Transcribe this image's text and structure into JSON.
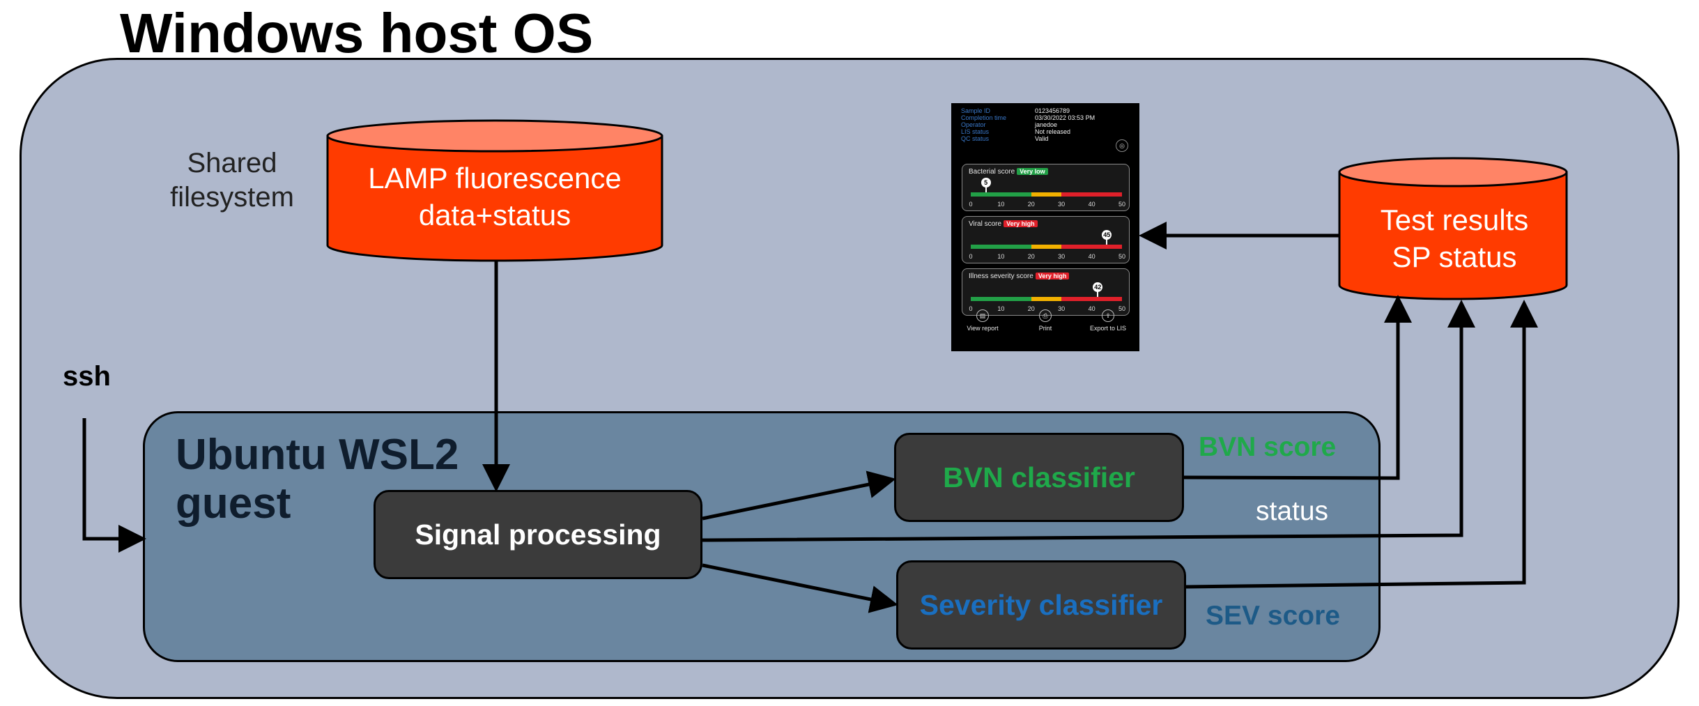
{
  "host": {
    "title": "Windows host OS"
  },
  "guest": {
    "title_line1": "Ubuntu WSL2",
    "title_line2": "guest"
  },
  "labels": {
    "shared_line1": "Shared",
    "shared_line2": "filesystem",
    "ssh": "ssh",
    "bvn_score": "BVN score",
    "status": "status",
    "sev_score": "SEV score"
  },
  "datastores": {
    "lamp": {
      "line1": "LAMP fluorescence",
      "line2": "data+status"
    },
    "results": {
      "line1": "Test results",
      "line2": "SP status"
    }
  },
  "processes": {
    "signal": "Signal processing",
    "bvn": "BVN classifier",
    "severity": "Severity classifier"
  },
  "colors": {
    "host_fill": "#afb8cc",
    "guest_fill": "#6a86a0",
    "cylinder_fill": "#ff3b00",
    "cylinder_top": "#ff8466",
    "process_fill": "#3b3b3b",
    "bvn_green": "#1fa94a",
    "severity_blue": "#1a6fc0"
  },
  "phone": {
    "info": [
      {
        "key": "Sample ID",
        "value": "0123456789"
      },
      {
        "key": "Completion time",
        "value": "03/30/2022   03:53 PM"
      },
      {
        "key": "Operator",
        "value": "janedoe"
      },
      {
        "key": "LIS status",
        "value": "Not released"
      },
      {
        "key": "QC status",
        "value": "Valid"
      }
    ],
    "scores": [
      {
        "title": "Bacterial score",
        "badge": "Very low",
        "badge_color": "#22a047",
        "value": 5
      },
      {
        "title": "Viral score",
        "badge": "Very high",
        "badge_color": "#e0202a",
        "value": 45
      },
      {
        "title": "Illness severity score",
        "badge": "Very high",
        "badge_color": "#e0202a",
        "value": 42
      }
    ],
    "scale_ticks": [
      "0",
      "10",
      "20",
      "30",
      "40",
      "50"
    ],
    "scale_max": 50,
    "scale_segments": [
      {
        "color": "#22a047",
        "to": 20
      },
      {
        "color": "#f2b100",
        "to": 30
      },
      {
        "color": "#e0202a",
        "to": 50
      }
    ],
    "buttons": [
      {
        "label": "View report",
        "icon": "document-icon"
      },
      {
        "label": "Print",
        "icon": "print-icon"
      },
      {
        "label": "Export to LIS",
        "icon": "export-icon"
      }
    ]
  }
}
